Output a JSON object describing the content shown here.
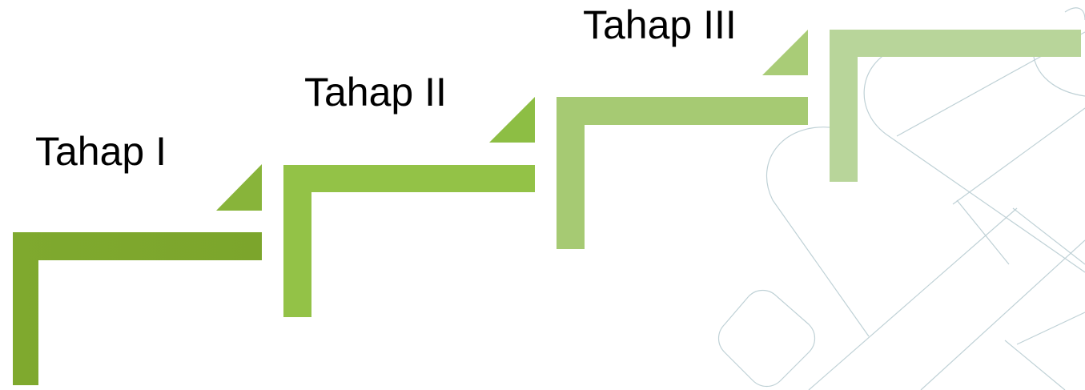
{
  "steps": [
    {
      "label": "Tahap I",
      "color": "#7FA92E"
    },
    {
      "label": "Tahap II",
      "color": "#93C247"
    },
    {
      "label": "Tahap III",
      "color": "#B8D59A"
    }
  ],
  "colors": {
    "step_1_light": "#88B43A",
    "step_2_triangle": "#8DBE44",
    "step_3_bar": "#A6CA73",
    "step_3_triangle": "#A9CC77",
    "background_lines": "#BFD1D6"
  },
  "decoration": {
    "type": "background-line-pattern"
  }
}
